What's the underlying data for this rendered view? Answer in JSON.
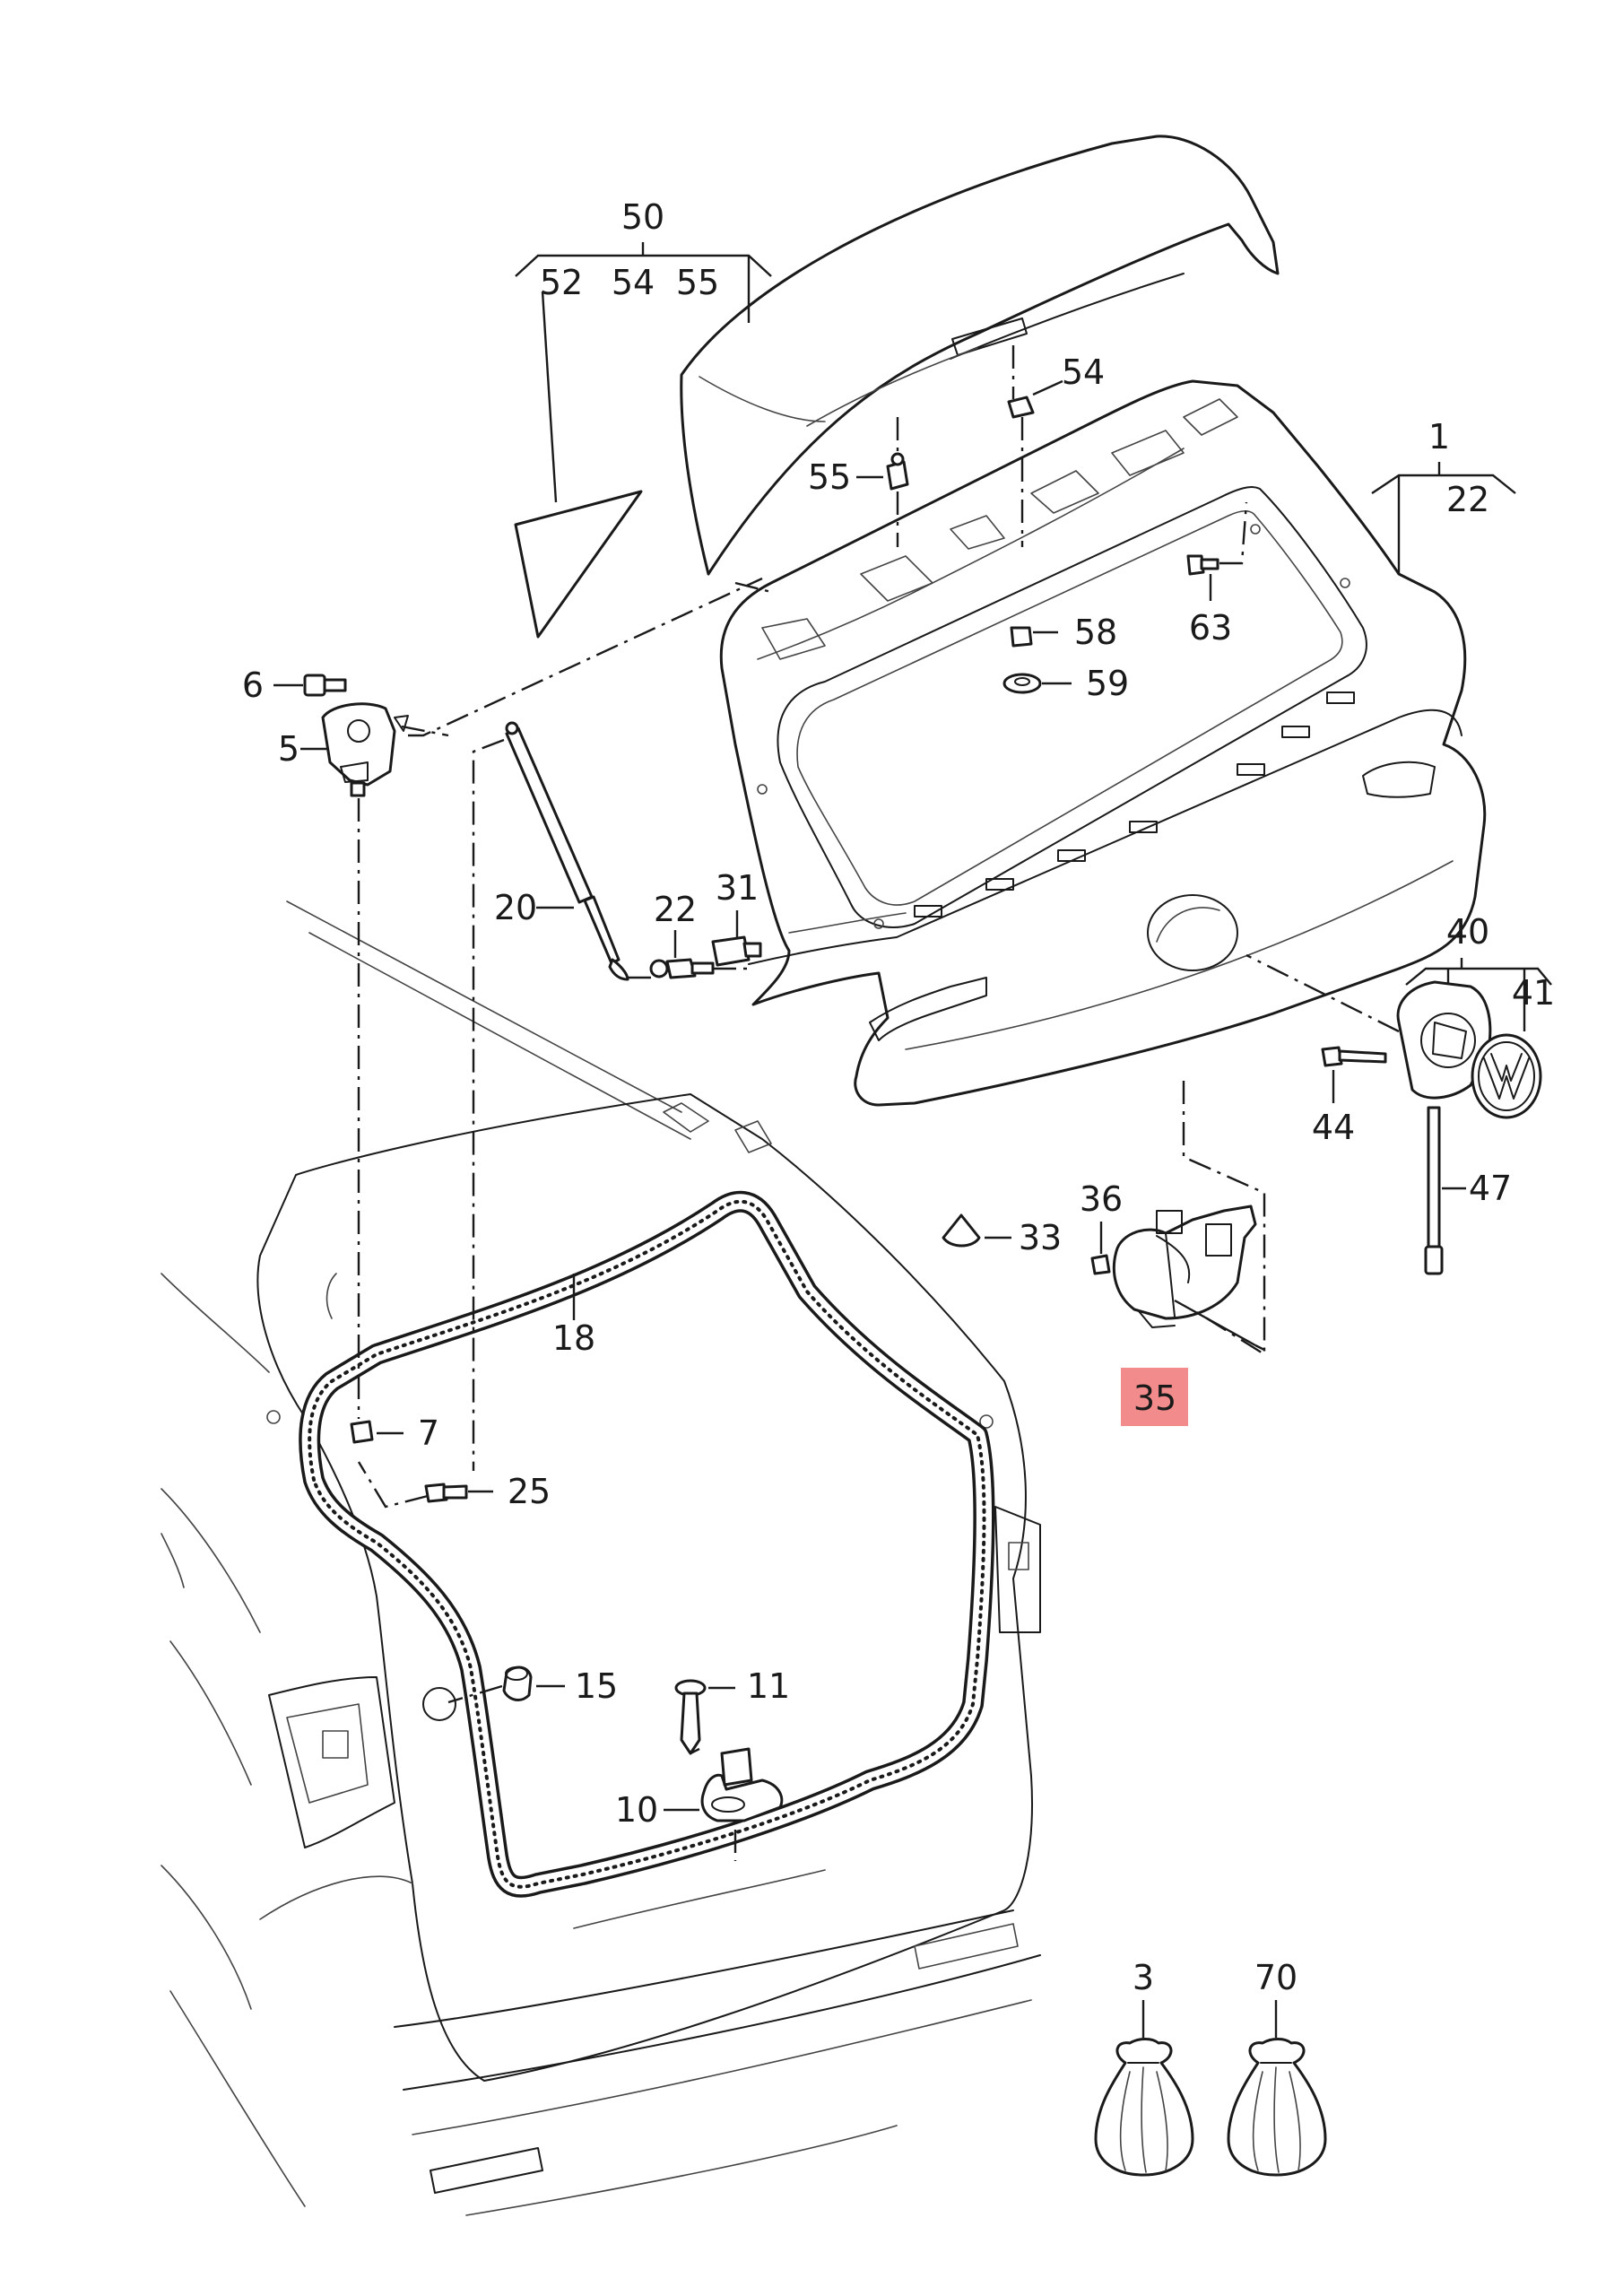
{
  "labels": {
    "p1": "1",
    "p3": "3",
    "p5": "5",
    "p6": "6",
    "p7": "7",
    "p10": "10",
    "p11": "11",
    "p15": "15",
    "p18": "18",
    "p20": "20",
    "p22a": "22",
    "p22b": "22",
    "p25": "25",
    "p31": "31",
    "p33": "33",
    "p35": "35",
    "p36": "36",
    "p40": "40",
    "p41": "41",
    "p44": "44",
    "p47": "47",
    "p50": "50",
    "p52": "52",
    "p54a": "54",
    "p54b": "54",
    "p55a": "55",
    "p55b": "55",
    "p58": "58",
    "p59": "59",
    "p63": "63",
    "p70": "70"
  },
  "highlighted_part": "35",
  "colors": {
    "line": "#1a1a1a",
    "highlight": "#f28b8b",
    "background": "#ffffff"
  }
}
